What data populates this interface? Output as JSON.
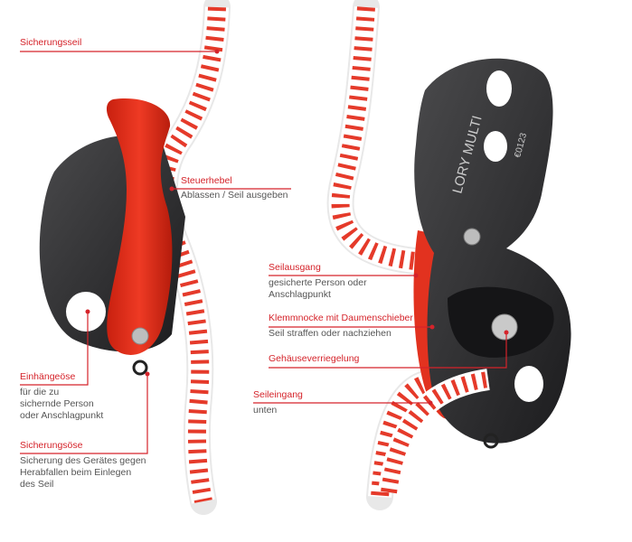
{
  "colors": {
    "accent": "#d5232a",
    "text": "#555555",
    "device_dark": "#2b2b2d",
    "device_red": "#e2321f"
  },
  "device_markings": {
    "name": "LORY MULTI",
    "ce": "€0123"
  },
  "labels": {
    "sicherungsseil": {
      "title": "Sicherungsseil"
    },
    "steuerhebel": {
      "title": "Steuerhebel",
      "desc": "Ablassen / Seil ausgeben"
    },
    "einhaengeoese": {
      "title": "Einhängeöse",
      "desc": [
        "für die zu",
        "sichernde Person",
        "oder Anschlagpunkt"
      ]
    },
    "sicherungsoese": {
      "title": "Sicherungsöse",
      "desc": [
        "Sicherung des Gerätes gegen",
        "Herabfallen beim Einlegen",
        "des Seil"
      ]
    },
    "seilausgang": {
      "title": "Seilausgang",
      "desc": [
        "gesicherte Person oder",
        "Anschlagpunkt"
      ]
    },
    "klemmnocke": {
      "title": "Klemmnocke mit Daumenschieber",
      "desc": "Seil straffen oder nachziehen"
    },
    "gehaeuseverriegelung": {
      "title": "Gehäuseverriegelung"
    },
    "seileingang": {
      "title": "Seileingang",
      "desc": "unten"
    }
  }
}
